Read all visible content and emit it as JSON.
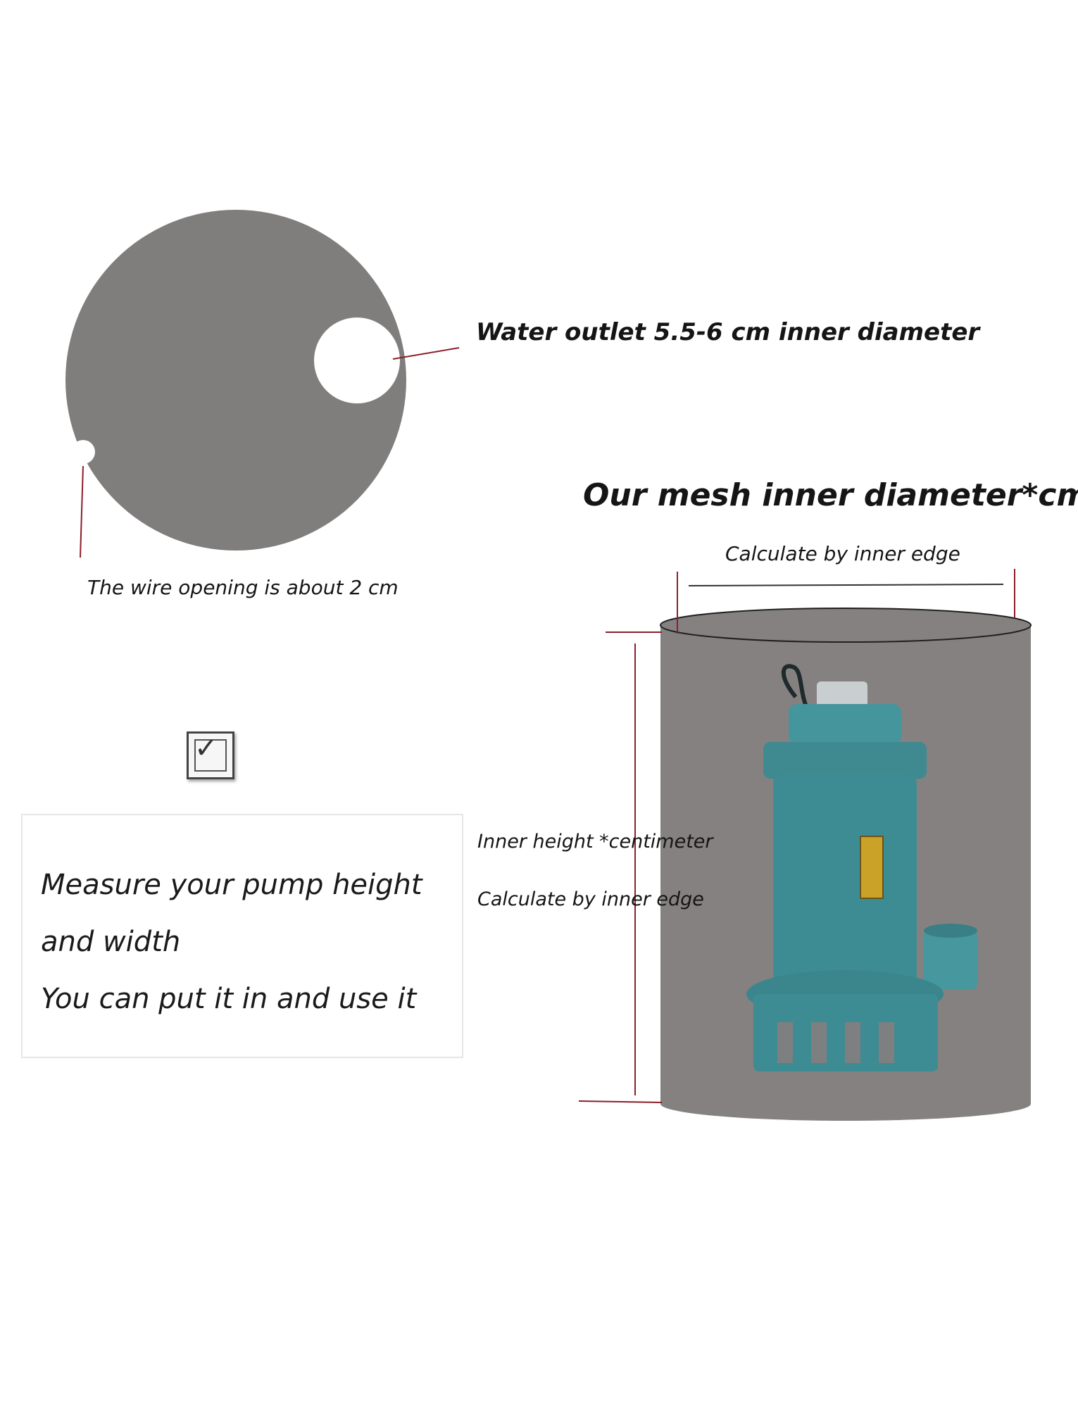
{
  "labels": {
    "water_outlet": "Water outlet 5.5-6 cm inner diameter",
    "wire_opening": "The wire opening is about 2 cm",
    "mesh_title": "Our mesh inner diameter*cm",
    "calculate_top": "Calculate by inner edge",
    "inner_height": "Inner height *centimeter",
    "calculate_side": "Calculate by inner edge"
  },
  "card": {
    "line1": "Measure your pump height",
    "line2": "and width",
    "line3": "You can put it in and use it"
  },
  "checkbox": {
    "mark": "✓",
    "icon": "checkbox-icon"
  },
  "colors": {
    "disc": "#807d7d",
    "cylinder": "#858181",
    "pump_body": "#3e8c93",
    "leader_lines": "#8a1f2a",
    "text": "#151515"
  }
}
